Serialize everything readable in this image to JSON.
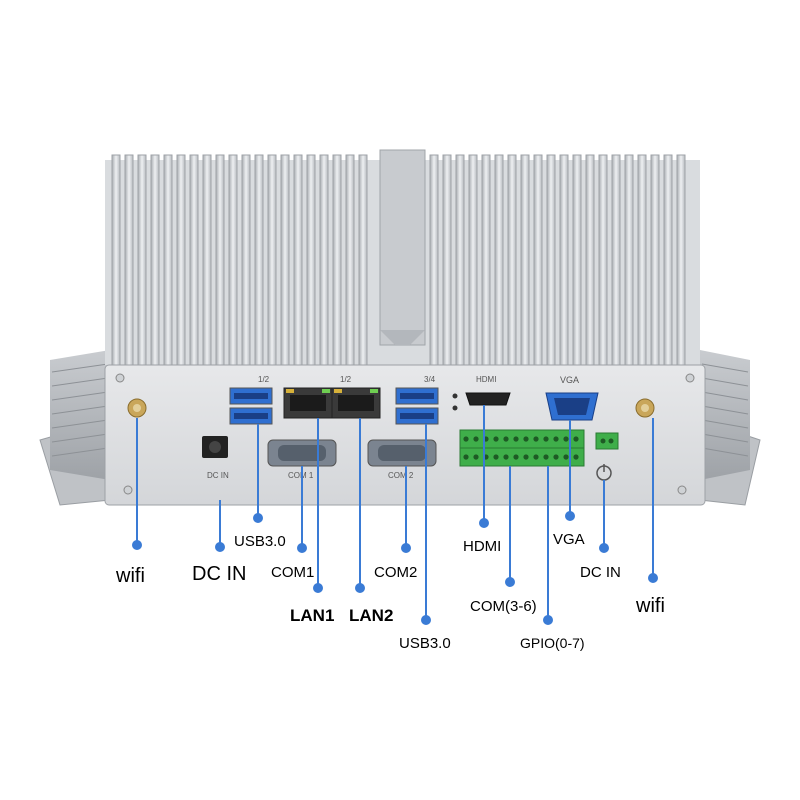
{
  "panel_text": {
    "usb12": "1/2",
    "lan12": "1/2",
    "usb34": "3/4",
    "hdmi": "HDMI",
    "vga": "VGA",
    "dcin": "DC IN",
    "com1": "COM 1",
    "com2": "COM 2"
  },
  "callouts": {
    "wifi_left": "wifi",
    "dc_in_left": "DC  IN",
    "usb30_left": "USB3.0",
    "com1": "COM1",
    "lan1": "LAN1",
    "lan2": "LAN2",
    "com2": "COM2",
    "usb30_right": "USB3.0",
    "hdmi": "HDMI",
    "com36": "COM(3-6)",
    "gpio": "GPIO(0-7)",
    "vga": "VGA",
    "dc_in_right": "DC  IN",
    "wifi_right": "wifi"
  },
  "colors": {
    "callout_line": "#3a7bd5",
    "terminal_green": "#3fae4a",
    "usb_blue": "#2f6fd0"
  }
}
